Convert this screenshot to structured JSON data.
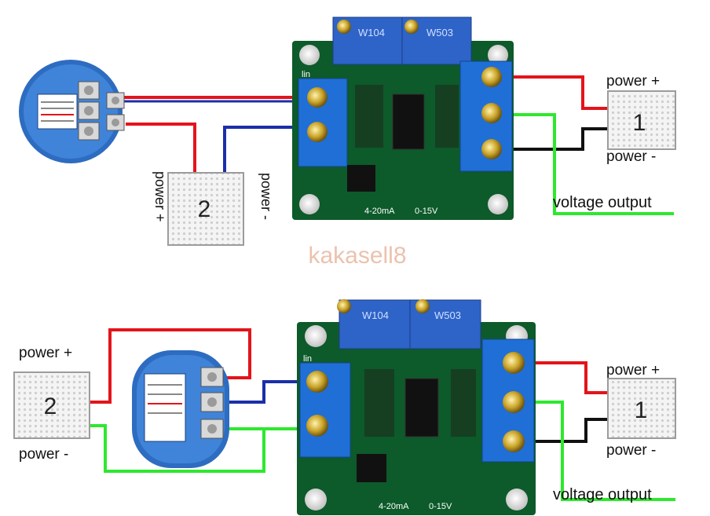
{
  "watermark": "kakasell8",
  "colors": {
    "wire_red": "#e3141a",
    "wire_blue": "#1a2fa8",
    "wire_green": "#2ee82e",
    "wire_black": "#111111",
    "board": "#0d5a2a",
    "terminal": "#1f6fd6",
    "sensor_body": "#3a78cc",
    "trimmer": "#2e63c8"
  },
  "diagrams": [
    {
      "module": {
        "trim_left": "W104",
        "trim_right": "W503",
        "pin_label": "lin",
        "range_label": "4-20mA",
        "out_label": "0-15V"
      },
      "supply1": {
        "number": "1",
        "plus_label": "power +",
        "minus_label": "power -",
        "output_label": "voltage output"
      },
      "supply2": {
        "number": "2",
        "plus_label": "power +",
        "minus_label": "power -"
      }
    },
    {
      "module": {
        "trim_left": "W104",
        "trim_right": "W503",
        "pin_label": "lin",
        "range_label": "4-20mA",
        "out_label": "0-15V"
      },
      "supply1": {
        "number": "1",
        "plus_label": "power +",
        "minus_label": "power -",
        "output_label": "voltage output"
      },
      "supply2": {
        "number": "2",
        "plus_label": "power +",
        "minus_label": "power -"
      }
    }
  ]
}
